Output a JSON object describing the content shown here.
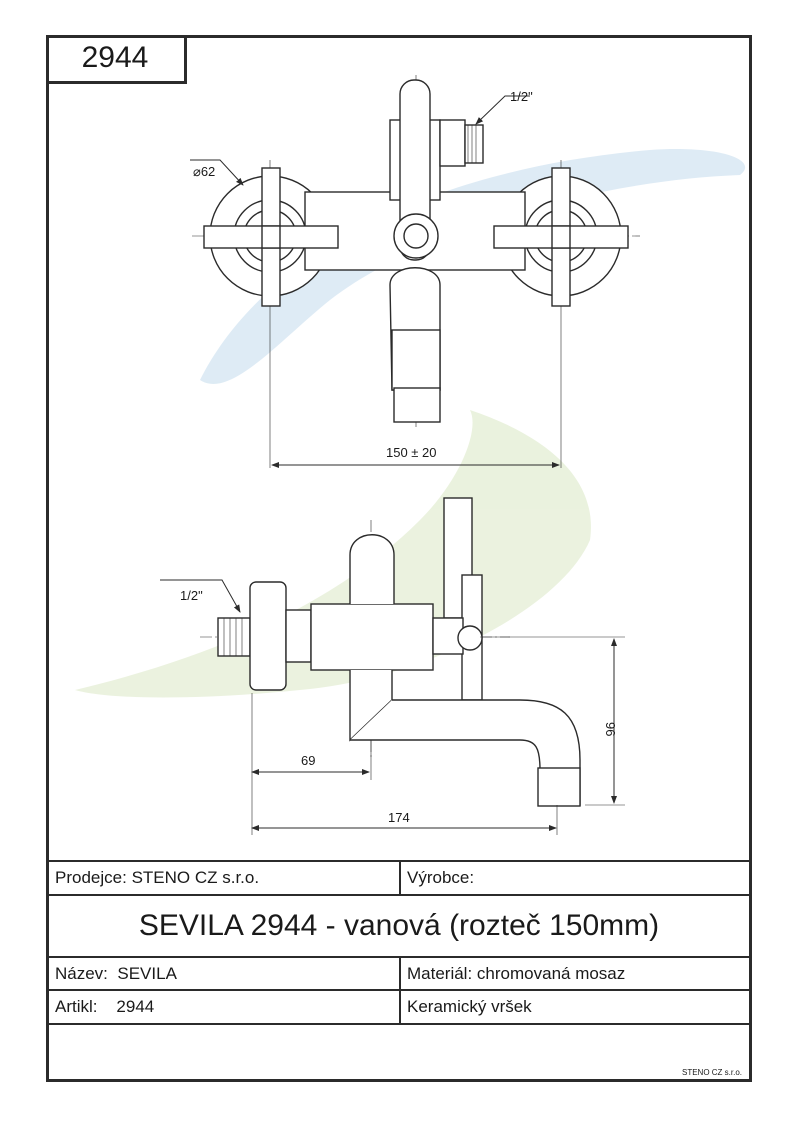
{
  "header": {
    "code": "2944"
  },
  "drawing": {
    "top_view": {
      "diameter_label": "⌀62",
      "thread_label": "1/2\"",
      "spacing_label": "150 ± 20"
    },
    "side_view": {
      "thread_label": "1/2\"",
      "dim_69": "69",
      "dim_174": "174",
      "dim_96": "96"
    }
  },
  "title_block": {
    "seller_label": "Prodejce:",
    "seller_value": "STENO CZ s.r.o.",
    "maker_label": "Výrobce:",
    "maker_value": "",
    "title": "SEVILA 2944 - vanová (rozteč 150mm)",
    "name_label": "Název:",
    "name_value": "SEVILA",
    "material_label": "Materiál:",
    "material_value": "chromovaná mosaz",
    "article_label": "Artikl:",
    "article_value": "2944",
    "cartridge_text": "Keramický vršek",
    "footer": "STENO CZ s.r.o."
  },
  "colors": {
    "watermark_blue": "#cfe3f1",
    "watermark_green": "#e5efd2",
    "line": "#2b2b2b"
  }
}
